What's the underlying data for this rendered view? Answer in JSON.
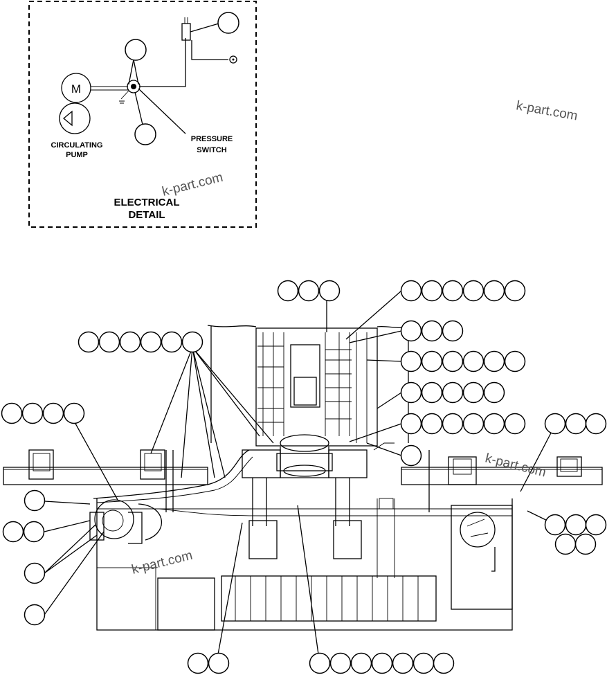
{
  "electrical_detail": {
    "title_line1": "ELECTRICAL",
    "title_line2": "DETAIL",
    "circulating_pump_label_line1": "CIRCULATING",
    "circulating_pump_label_line2": "PUMP",
    "pressure_switch_label_line1": "PRESSURE",
    "pressure_switch_label_line2": "SWITCH",
    "motor_symbol": "M"
  },
  "watermarks": [
    "k-part.com",
    "k-part.com",
    "k-part.com",
    "k-part.com"
  ],
  "callout_groups": [
    {
      "name": "detail-switch-top",
      "count": 1
    },
    {
      "name": "detail-pulley-top",
      "count": 1
    },
    {
      "name": "detail-switch-bottom",
      "count": 1
    },
    {
      "name": "top-center",
      "count": 3
    },
    {
      "name": "top-right",
      "count": 6
    },
    {
      "name": "right-1",
      "count": 3
    },
    {
      "name": "right-2",
      "count": 6
    },
    {
      "name": "right-3",
      "count": 5
    },
    {
      "name": "right-4",
      "count": 6
    },
    {
      "name": "right-5",
      "count": 1
    },
    {
      "name": "left-top",
      "count": 6
    },
    {
      "name": "left-mid",
      "count": 4
    },
    {
      "name": "far-right-top",
      "count": 3
    },
    {
      "name": "far-right-bottom",
      "count": 5
    },
    {
      "name": "left-1",
      "count": 1
    },
    {
      "name": "left-2",
      "count": 2
    },
    {
      "name": "left-3",
      "count": 1
    },
    {
      "name": "left-4",
      "count": 1
    },
    {
      "name": "bottom-left",
      "count": 2
    },
    {
      "name": "bottom-center",
      "count": 7
    }
  ]
}
